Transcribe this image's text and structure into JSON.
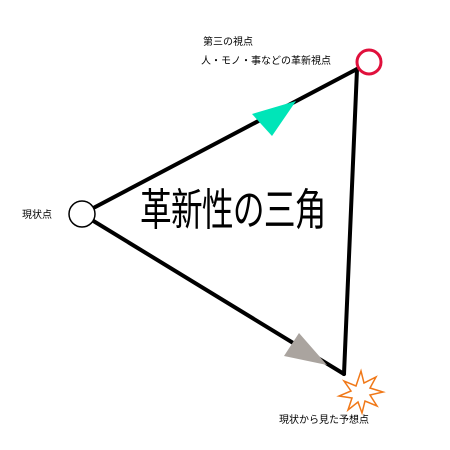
{
  "title": "革新性の三角",
  "nodes": {
    "third_view": {
      "title": "第三の視点",
      "subtitle": "人・モノ・事などの革新視点"
    },
    "current": {
      "label": "現状点"
    },
    "forecast": {
      "label": "現状から見た予想点"
    }
  },
  "colors": {
    "triangle": "#000000",
    "third_view_circle": "#e0103c",
    "arrow_top": "#00e5b8",
    "arrow_bottom": "#aaa49f",
    "burst": "#f07818"
  },
  "icons": {
    "third_view_marker": "circle",
    "current_marker": "circle",
    "forecast_marker": "burst-star"
  }
}
